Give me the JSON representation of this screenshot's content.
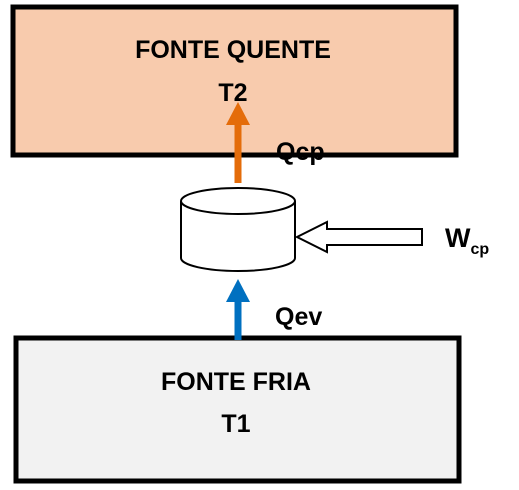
{
  "hot_source": {
    "title": "FONTE QUENTE",
    "temperature": "T2",
    "fill": "#f8cbad"
  },
  "cold_source": {
    "title": "FONTE FRIA",
    "temperature": "T1",
    "fill": "#f2f2f2"
  },
  "heat_rejected": {
    "label": "Qcp",
    "color": "#e46c0a"
  },
  "heat_absorbed": {
    "label": "Qev",
    "color": "#0070c0"
  },
  "work_input": {
    "symbol": "W",
    "subscript": "cp"
  }
}
